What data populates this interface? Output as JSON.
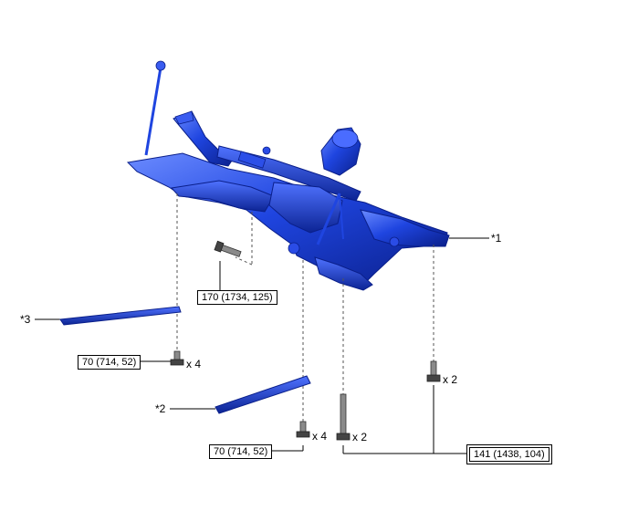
{
  "colors": {
    "part_blue": "#1a3fd6",
    "part_blue_dark": "#0a1f8a",
    "part_blue_light": "#5b7cff",
    "line": "#000000",
    "dashed": "#555555"
  },
  "callouts": {
    "c1": "*1",
    "c2": "*2",
    "c3": "*3"
  },
  "torques": {
    "t_170": "170 (1734, 125)",
    "t_70_a": "70 (714, 52)",
    "t_70_b": "70 (714, 52)",
    "t_141": "141 (1438, 104)"
  },
  "quantities": {
    "q_left_bolt": "x 4",
    "q_mid_bolt": "x 4",
    "q_long_bolt": "x 2",
    "q_right_bolt": "x 2"
  },
  "icons": [
    "frame-crossmember-icon",
    "brace-icon",
    "bolt-icon",
    "stud-bolt-icon"
  ]
}
